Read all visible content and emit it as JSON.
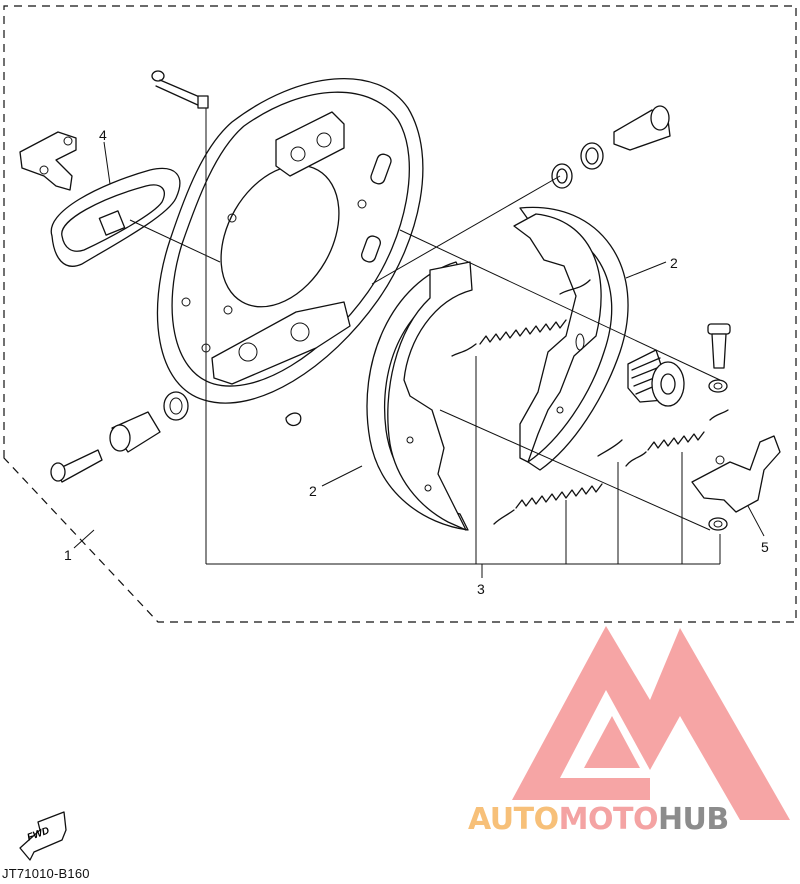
{
  "diagram": {
    "callouts": {
      "c1": "1",
      "c2a": "2",
      "c2b": "2",
      "c3": "3",
      "c4": "4",
      "c5": "5"
    },
    "fwd_label": "FWD",
    "drawing_code": "JT71010-B160"
  },
  "watermark": {
    "word_auto": "AUTO",
    "word_moto": "MOTO",
    "word_hub": "HUB",
    "colors": {
      "auto": "#F7C079",
      "moto": "#F4A3A3",
      "hub": "#8C8C8C",
      "logo": "#F6A0A0"
    }
  }
}
